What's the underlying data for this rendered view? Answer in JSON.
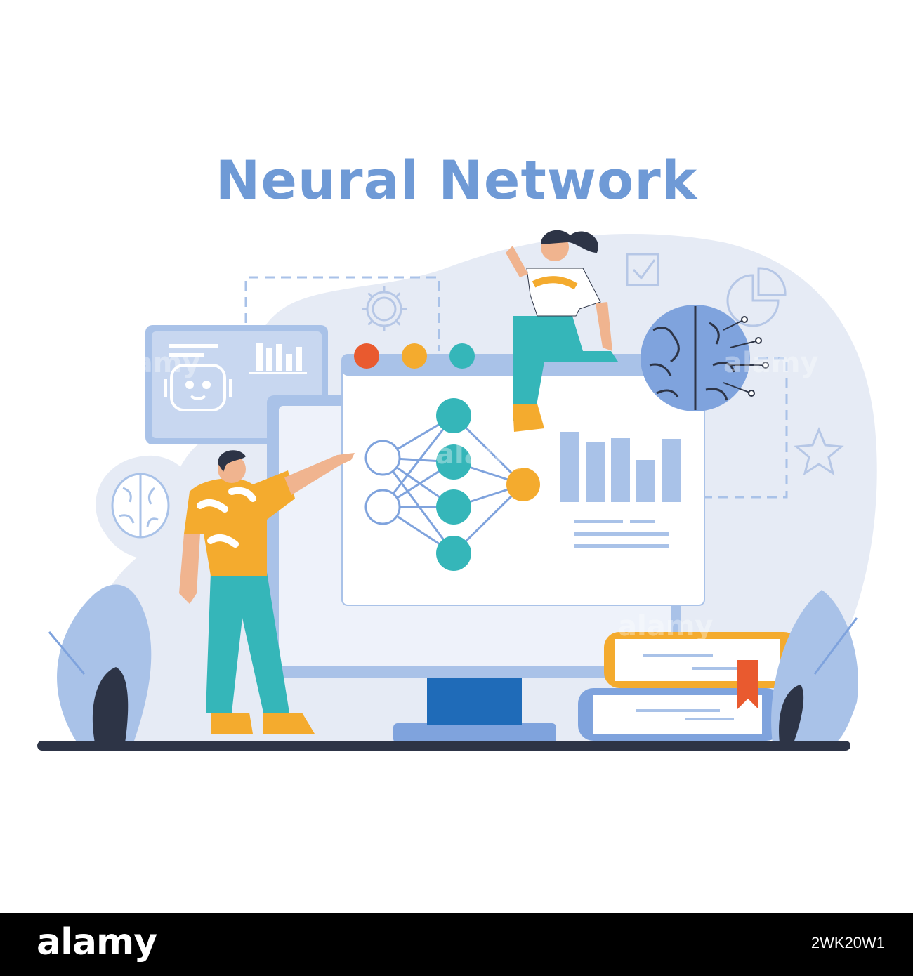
{
  "title": "Neural Network",
  "footer": {
    "brand": "alamy",
    "image_id": "2WK20W1"
  },
  "watermark": "alamy",
  "colors": {
    "title": "#6f9ad6",
    "bg_blob": "#e6ebf5",
    "teal": "#35b6b9",
    "orange": "#f4ab2e",
    "red": "#e95a2f",
    "blue_light": "#a9c2e8",
    "blue_mid": "#7fa3dd",
    "blue_dark": "#1f6bb8",
    "navy": "#2d3446"
  },
  "icons": [
    "gear-icon",
    "checkbox-icon",
    "star-icon",
    "pie-chart-icon",
    "brain-icon",
    "robot-icon",
    "book-icon"
  ]
}
